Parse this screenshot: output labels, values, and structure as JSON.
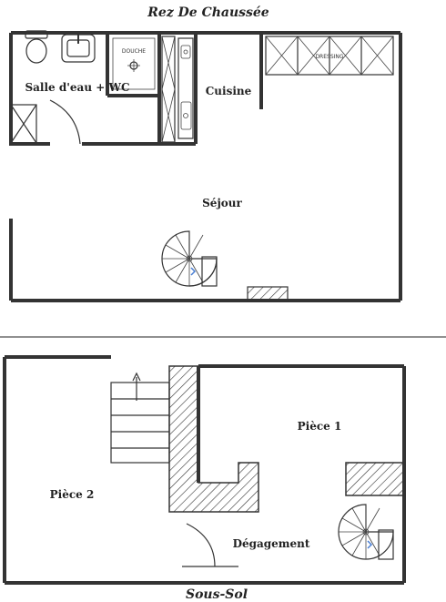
{
  "floors": {
    "ground": {
      "title": "Rez De Chaussée",
      "rooms": {
        "bathroom": "Salle d'eau + WC",
        "kitchen": "Cuisine",
        "living": "Séjour"
      },
      "fixtures": {
        "shower": "DOUCHE",
        "cabinet": "DRESSING"
      }
    },
    "basement": {
      "title": "Sous-Sol",
      "rooms": {
        "room1": "Pièce 1",
        "room2": "Pièce 2",
        "hall": "Dégagement"
      }
    }
  }
}
